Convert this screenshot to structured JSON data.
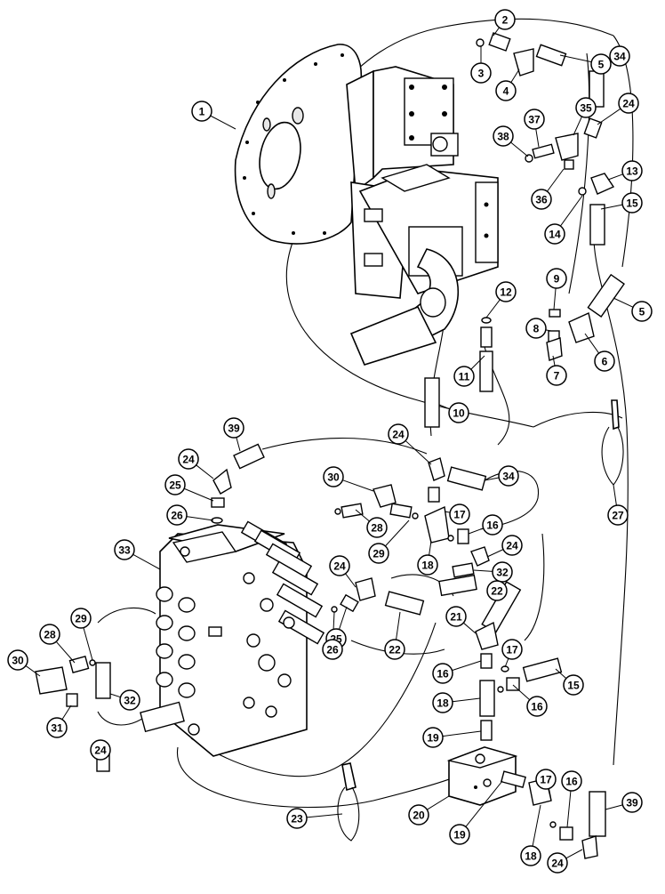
{
  "callouts": [
    {
      "label": "1"
    },
    {
      "label": "2"
    },
    {
      "label": "3"
    },
    {
      "label": "4"
    },
    {
      "label": "5"
    },
    {
      "label": "34"
    },
    {
      "label": "35"
    },
    {
      "label": "24"
    },
    {
      "label": "37"
    },
    {
      "label": "38"
    },
    {
      "label": "13"
    },
    {
      "label": "36"
    },
    {
      "label": "15"
    },
    {
      "label": "14"
    },
    {
      "label": "9"
    },
    {
      "label": "12"
    },
    {
      "label": "8"
    },
    {
      "label": "5"
    },
    {
      "label": "6"
    },
    {
      "label": "11"
    },
    {
      "label": "7"
    },
    {
      "label": "10"
    },
    {
      "label": "39"
    },
    {
      "label": "24"
    },
    {
      "label": "24"
    },
    {
      "label": "25"
    },
    {
      "label": "30"
    },
    {
      "label": "34"
    },
    {
      "label": "26"
    },
    {
      "label": "28"
    },
    {
      "label": "17"
    },
    {
      "label": "16"
    },
    {
      "label": "29"
    },
    {
      "label": "24"
    },
    {
      "label": "18"
    },
    {
      "label": "33"
    },
    {
      "label": "32"
    },
    {
      "label": "24"
    },
    {
      "label": "22"
    },
    {
      "label": "27"
    },
    {
      "label": "25"
    },
    {
      "label": "26"
    },
    {
      "label": "22"
    },
    {
      "label": "21"
    },
    {
      "label": "29"
    },
    {
      "label": "28"
    },
    {
      "label": "30"
    },
    {
      "label": "32"
    },
    {
      "label": "17"
    },
    {
      "label": "16"
    },
    {
      "label": "15"
    },
    {
      "label": "31"
    },
    {
      "label": "18"
    },
    {
      "label": "16"
    },
    {
      "label": "24"
    },
    {
      "label": "19"
    },
    {
      "label": "23"
    },
    {
      "label": "20"
    },
    {
      "label": "17"
    },
    {
      "label": "16"
    },
    {
      "label": "39"
    },
    {
      "label": "19"
    },
    {
      "label": "18"
    },
    {
      "label": "24"
    }
  ]
}
